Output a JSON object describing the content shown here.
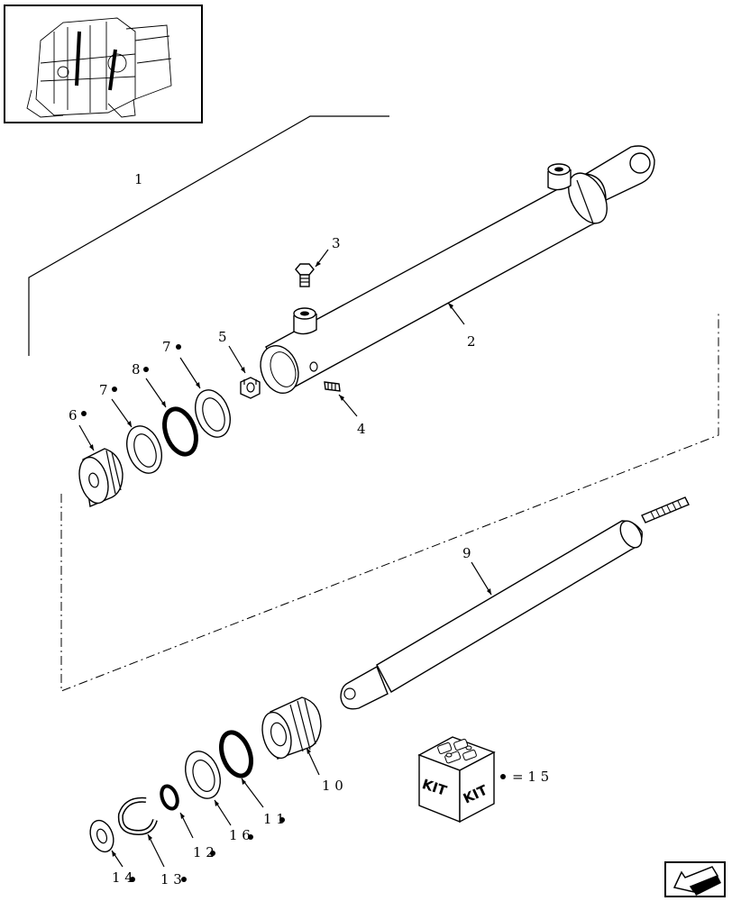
{
  "callouts": {
    "c1": "1",
    "c2": "2",
    "c3": "3",
    "c4": "4",
    "c5": "5",
    "c6": "6",
    "c7a": "7",
    "c7b": "7",
    "c8": "8",
    "c9": "9",
    "c10": "1 0",
    "c11": "1 1",
    "c12": "1 2",
    "c13": "1 3",
    "c14": "1 4",
    "c16": "1 6"
  },
  "kit": {
    "label_left": "KIT",
    "label_right": "KIT",
    "equation": "= 1 5"
  },
  "icons": {
    "thumbnail": "machine-overview-thumbnail",
    "nav": "arrow-left-icon"
  }
}
